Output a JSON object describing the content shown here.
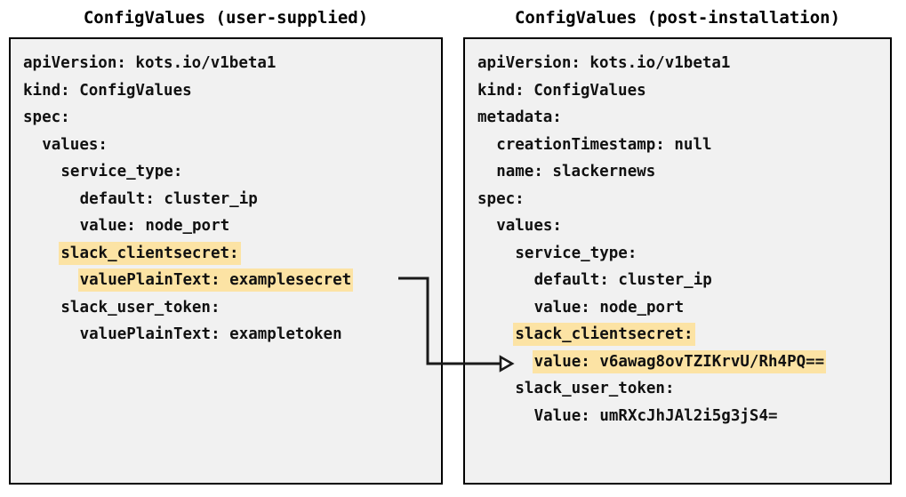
{
  "panels": {
    "left": {
      "title": "ConfigValues (user-supplied)",
      "lines": [
        {
          "indent": 0,
          "text": "apiVersion: kots.io/v1beta1",
          "highlight": false
        },
        {
          "indent": 0,
          "text": "kind: ConfigValues",
          "highlight": false
        },
        {
          "indent": 0,
          "text": "spec:",
          "highlight": false
        },
        {
          "indent": 1,
          "text": "values:",
          "highlight": false
        },
        {
          "indent": 2,
          "text": "service_type:",
          "highlight": false
        },
        {
          "indent": 3,
          "text": "default: cluster_ip",
          "highlight": false
        },
        {
          "indent": 3,
          "text": "value: node_port",
          "highlight": false
        },
        {
          "indent": 2,
          "text": "slack_clientsecret:",
          "highlight": true
        },
        {
          "indent": 3,
          "text": "valuePlainText: examplesecret",
          "highlight": true
        },
        {
          "indent": 2,
          "text": "slack_user_token:",
          "highlight": false
        },
        {
          "indent": 3,
          "text": "valuePlainText: exampletoken",
          "highlight": false
        }
      ]
    },
    "right": {
      "title": "ConfigValues (post-installation)",
      "lines": [
        {
          "indent": 0,
          "text": "apiVersion: kots.io/v1beta1",
          "highlight": false
        },
        {
          "indent": 0,
          "text": "kind: ConfigValues",
          "highlight": false
        },
        {
          "indent": 0,
          "text": "metadata:",
          "highlight": false
        },
        {
          "indent": 1,
          "text": "creationTimestamp: null",
          "highlight": false
        },
        {
          "indent": 1,
          "text": "name: slackernews",
          "highlight": false
        },
        {
          "indent": 0,
          "text": "spec:",
          "highlight": false
        },
        {
          "indent": 1,
          "text": "values:",
          "highlight": false
        },
        {
          "indent": 2,
          "text": "service_type:",
          "highlight": false
        },
        {
          "indent": 3,
          "text": "default: cluster_ip",
          "highlight": false
        },
        {
          "indent": 3,
          "text": "value: node_port",
          "highlight": false
        },
        {
          "indent": 2,
          "text": "slack_clientsecret:",
          "highlight": true
        },
        {
          "indent": 3,
          "text": "value: v6awag8ovTZIKrvU/Rh4PQ==",
          "highlight": true
        },
        {
          "indent": 2,
          "text": "slack_user_token:",
          "highlight": false
        },
        {
          "indent": 3,
          "text": "Value: umRXcJhJAl2i5g3jS4=",
          "highlight": false
        }
      ]
    }
  },
  "connector": {
    "label": "maps-to-arrow",
    "from_line": "valuePlainText: examplesecret",
    "to_line": "value: v6awag8ovTZIKrvU/Rh4PQ==",
    "color": "#1a1a1a"
  },
  "colors": {
    "highlight": "#fce3a4",
    "panel_background": "#f1f1f1",
    "panel_border": "#000000",
    "text": "#111111",
    "page_background": "#ffffff"
  }
}
